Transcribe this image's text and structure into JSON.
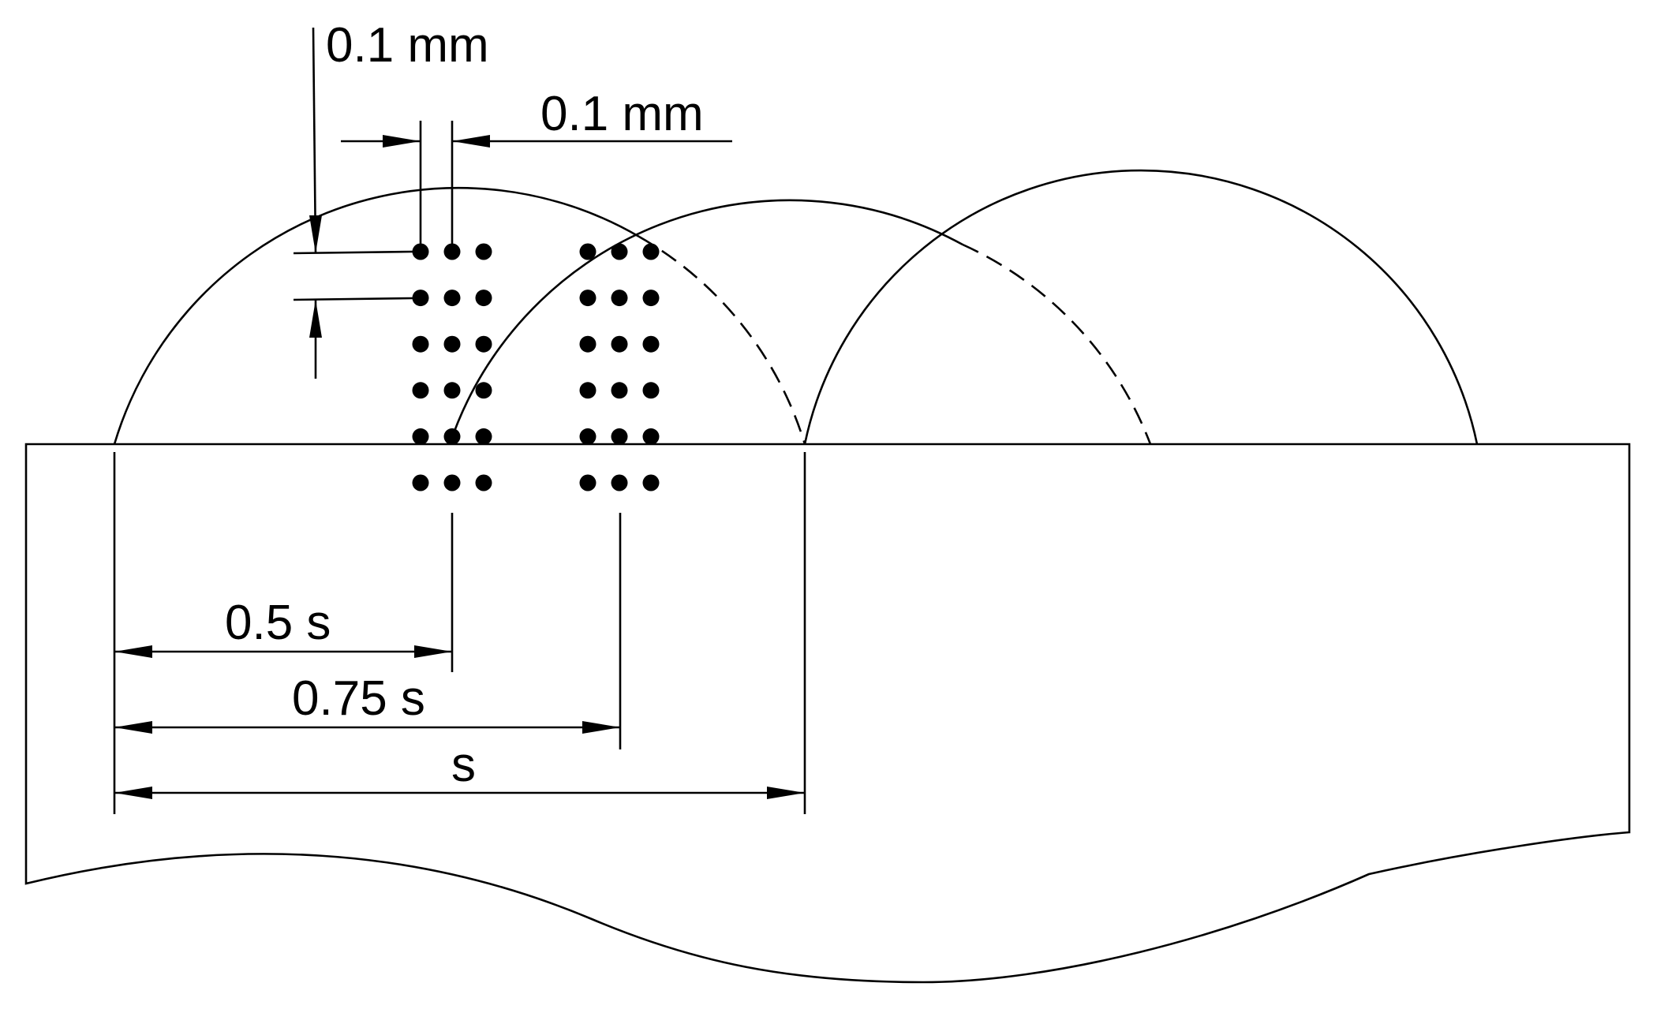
{
  "labels": {
    "vertical_pitch": "0.1 mm",
    "horizontal_pitch": "0.1 mm",
    "half_s": "0.5 s",
    "three_quarter_s": "0.75 s",
    "full_s": "s"
  },
  "measurement_grid": {
    "columns_per_group": 3,
    "rows": 6,
    "groups": [
      "0.5 s",
      "0.75 s"
    ]
  },
  "weld_beads": 3
}
